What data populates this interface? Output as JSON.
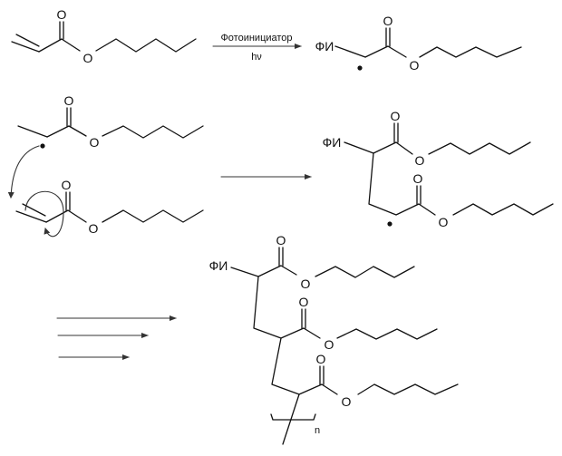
{
  "reaction1": {
    "reagent": "Фотоинициатор",
    "condition": "hν"
  },
  "atoms": {
    "oxygen": "O",
    "initiator": "ФИ"
  },
  "polymer": {
    "repeat_index": "n"
  }
}
